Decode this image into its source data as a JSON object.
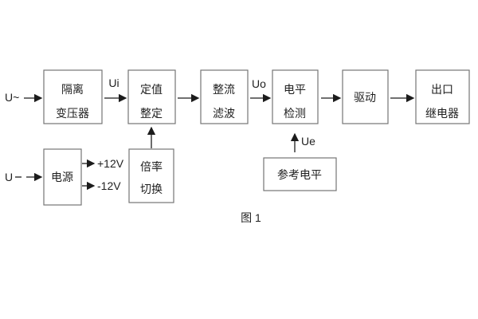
{
  "figure": {
    "caption": "图 1"
  },
  "palette": {
    "background": "#ffffff",
    "box_border": "#767676",
    "connector": "#1c1c1c",
    "text": "#1f1f1f"
  },
  "blocks": {
    "isolation_transformer": {
      "line1": "隔离",
      "line2": "变压器"
    },
    "setpoint_adjust": {
      "line1": "定值",
      "line2": "整定"
    },
    "rectifier_filter": {
      "line1": "整流",
      "line2": "滤波"
    },
    "level_detect": {
      "line1": "电平",
      "line2": "检测"
    },
    "driver": {
      "label": "驱动"
    },
    "output_relay": {
      "line1": "出口",
      "line2": "继电器"
    },
    "power_supply": {
      "label": "电源"
    },
    "ratio_switch": {
      "line1": "倍率",
      "line2": "切换"
    },
    "reference_level": {
      "label": "参考电平"
    }
  },
  "signals": {
    "ac_input": "U~",
    "dc_input": "U",
    "ui": "Ui",
    "uo": "Uo",
    "ue": "Ue",
    "rail_positive": "+12V",
    "rail_negative": "-12V"
  }
}
